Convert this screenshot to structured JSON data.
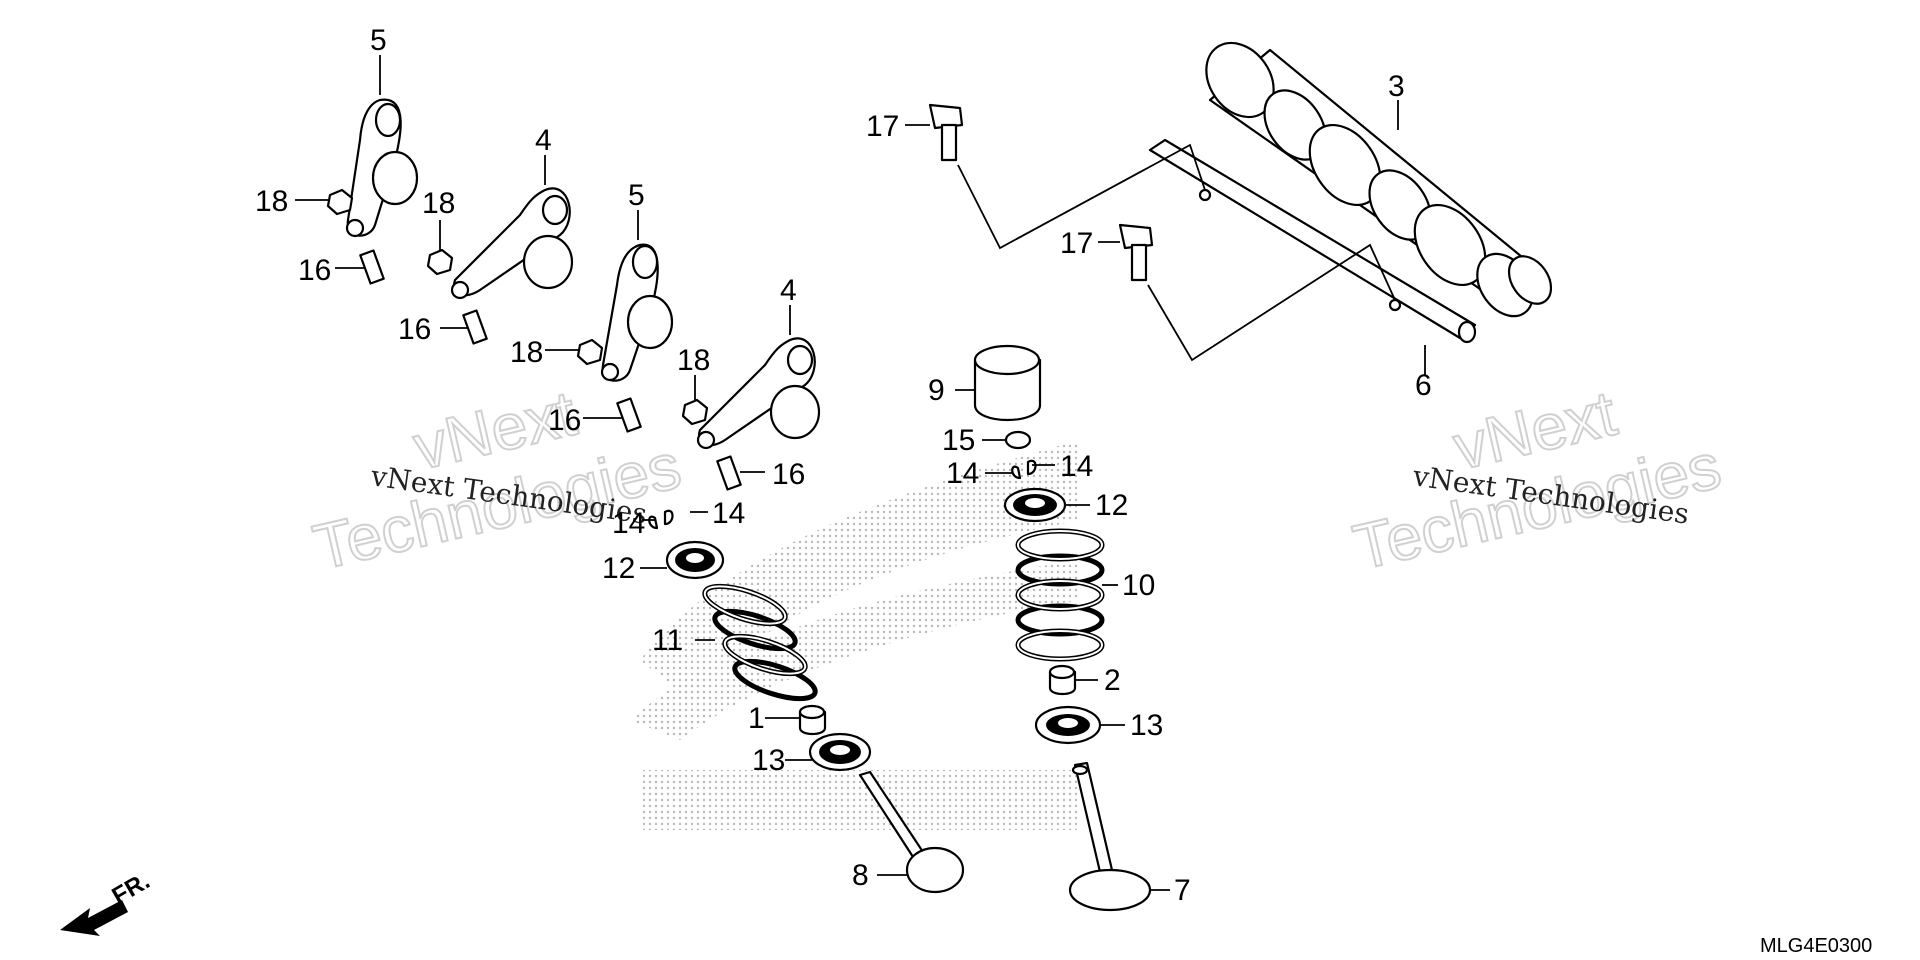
{
  "diagram": {
    "code": "MLG4E0300",
    "front_label": "FR.",
    "watermarks": [
      "vNext Technologies",
      "vNext",
      "Technologies"
    ],
    "callouts": [
      {
        "id": "c5a",
        "text": "5"
      },
      {
        "id": "c4a",
        "text": "4"
      },
      {
        "id": "c5b",
        "text": "5"
      },
      {
        "id": "c4b",
        "text": "4"
      },
      {
        "id": "c18a",
        "text": "18"
      },
      {
        "id": "c18b",
        "text": "18"
      },
      {
        "id": "c18c",
        "text": "18"
      },
      {
        "id": "c18d",
        "text": "18"
      },
      {
        "id": "c16a",
        "text": "16"
      },
      {
        "id": "c16b",
        "text": "16"
      },
      {
        "id": "c16c",
        "text": "16"
      },
      {
        "id": "c16d",
        "text": "16"
      },
      {
        "id": "c17a",
        "text": "17"
      },
      {
        "id": "c17b",
        "text": "17"
      },
      {
        "id": "c3",
        "text": "3"
      },
      {
        "id": "c6",
        "text": "6"
      },
      {
        "id": "c9",
        "text": "9"
      },
      {
        "id": "c15",
        "text": "15"
      },
      {
        "id": "c14a",
        "text": "14"
      },
      {
        "id": "c14b",
        "text": "14"
      },
      {
        "id": "c14c",
        "text": "14"
      },
      {
        "id": "c14d",
        "text": "14"
      },
      {
        "id": "c12a",
        "text": "12"
      },
      {
        "id": "c12b",
        "text": "12"
      },
      {
        "id": "c10",
        "text": "10"
      },
      {
        "id": "c11",
        "text": "11"
      },
      {
        "id": "c2",
        "text": "2"
      },
      {
        "id": "c1",
        "text": "1"
      },
      {
        "id": "c13a",
        "text": "13"
      },
      {
        "id": "c13b",
        "text": "13"
      },
      {
        "id": "c8",
        "text": "8"
      },
      {
        "id": "c7",
        "text": "7"
      }
    ]
  }
}
